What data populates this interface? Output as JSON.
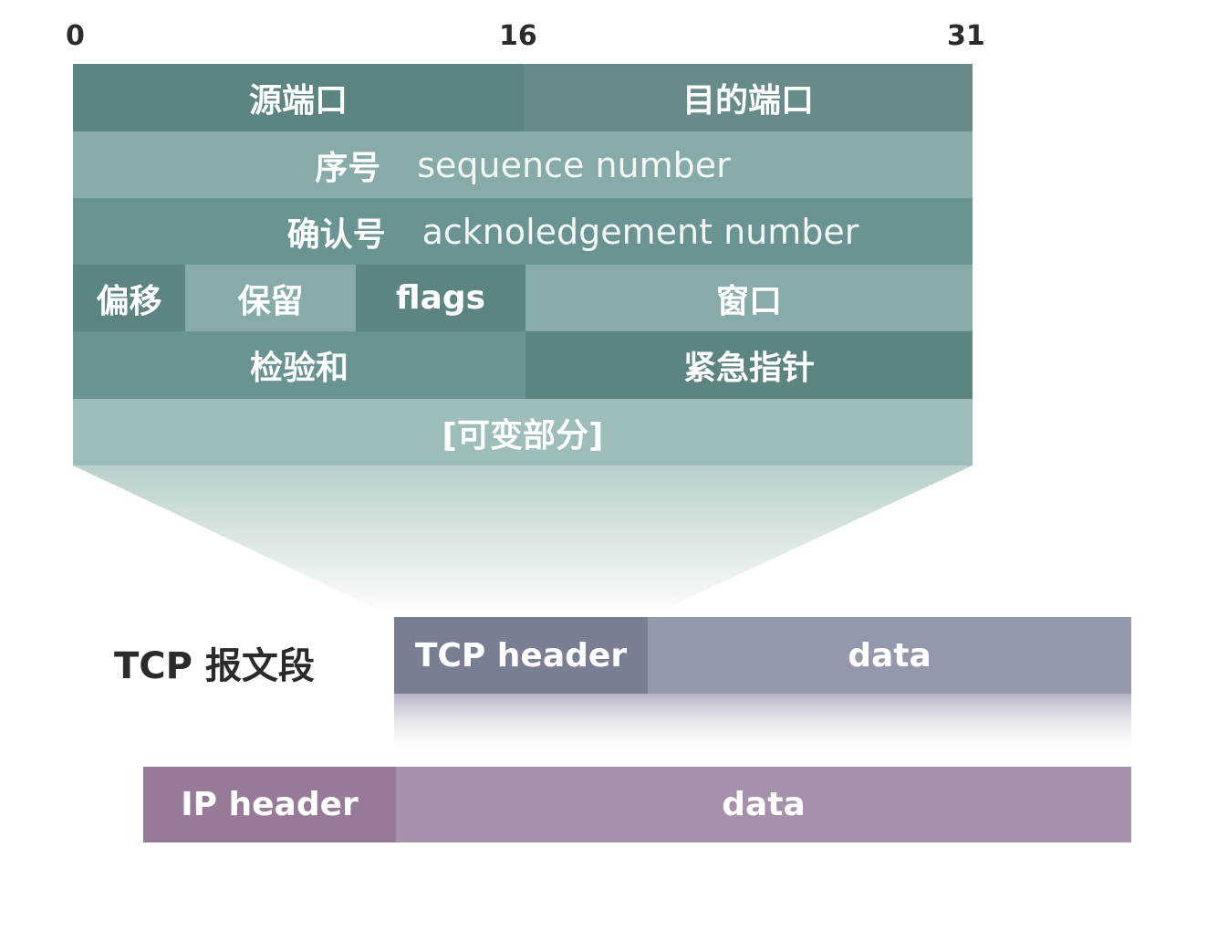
{
  "bit_markers": [
    "0",
    "16",
    "31"
  ],
  "tcp_header_fields": {
    "source_port": "源端口",
    "dest_port": "目的端口",
    "sequence": {
      "cn": "序号",
      "en": "sequence number"
    },
    "acknowledgement": {
      "cn": "确认号",
      "en": "acknoledgement number"
    },
    "offset": "偏移",
    "reserved": "保留",
    "flags": "flags",
    "window": "窗口",
    "checksum": "检验和",
    "urgent_pointer": "紧急指针",
    "options": "[可变部分]"
  },
  "tcp_segment": {
    "label": "TCP 报文段",
    "header": "TCP header",
    "data": "data"
  },
  "ip_packet": {
    "header": "IP header",
    "data": "data"
  },
  "colors": {
    "dark_teal": "#5c8582",
    "mid_teal": "#6a9491",
    "light_teal": "#86aba8",
    "lighter_teal": "#9cbdba",
    "tcp_header": "#7a7e93",
    "tcp_data": "#9498ac",
    "ip_header": "#967a98",
    "ip_data": "#a691ab"
  }
}
